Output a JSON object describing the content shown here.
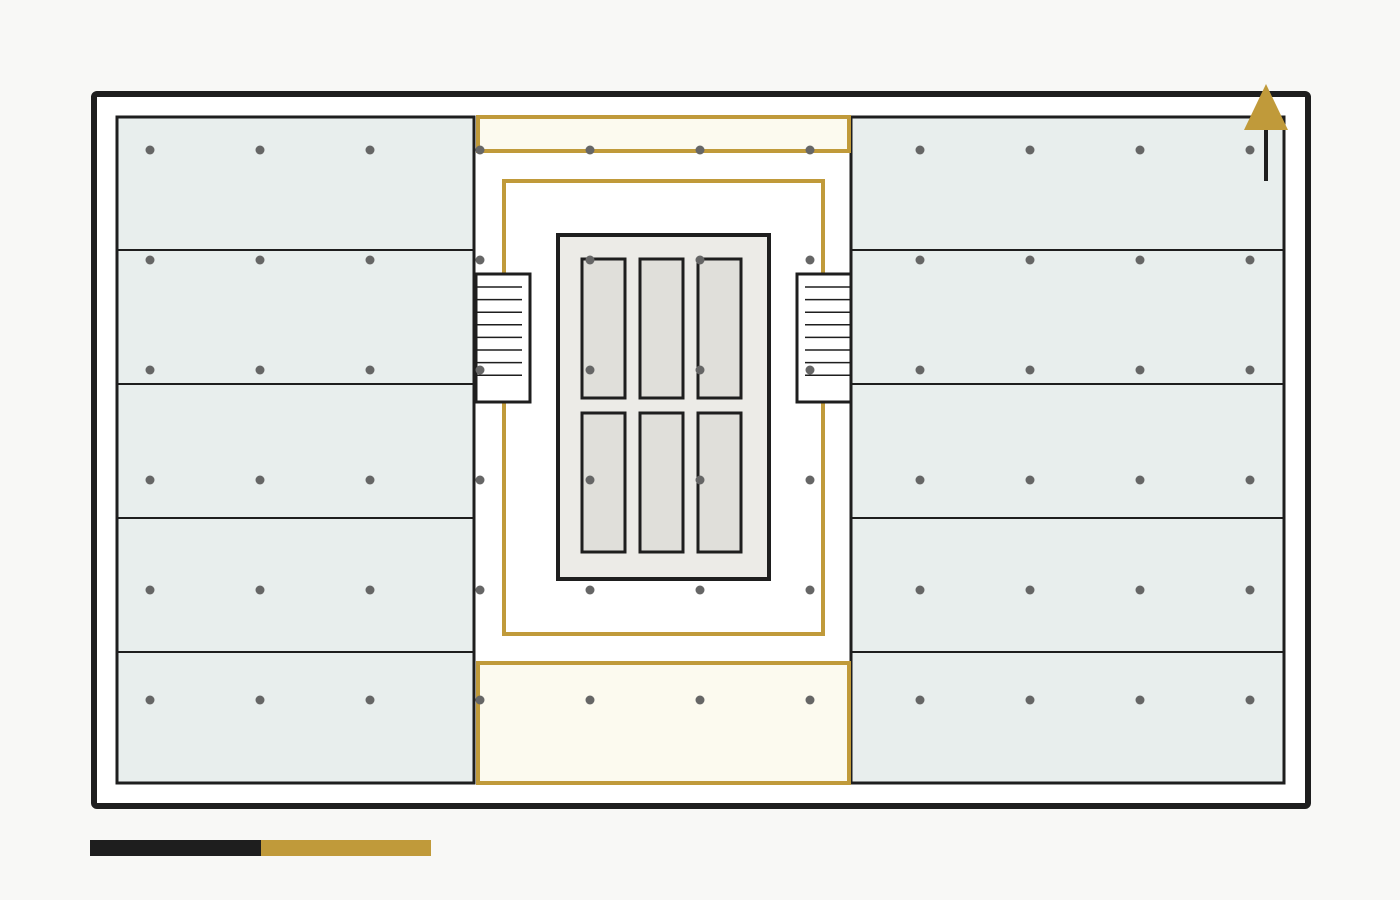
{
  "colors": {
    "background": "#f8f8f6",
    "ink": "#1e1e1e",
    "accent": "#c09a3a",
    "wing_fill": "#e8eeed",
    "core_fill": "#ecebe7",
    "shaft_fill": "#e0dfda",
    "lobby_fill": "#fcfaef",
    "column_dot": "#666666",
    "wall_fill": "#ffffff"
  },
  "icons": {
    "north_arrow": "north-arrow-icon"
  },
  "plan": {
    "wing_bays_per_side": 5,
    "core_shafts": 6,
    "stair_treads": 8,
    "column_grid_cols": 11,
    "column_grid_rows": 6
  },
  "scale_bar": {
    "segments": 2
  }
}
